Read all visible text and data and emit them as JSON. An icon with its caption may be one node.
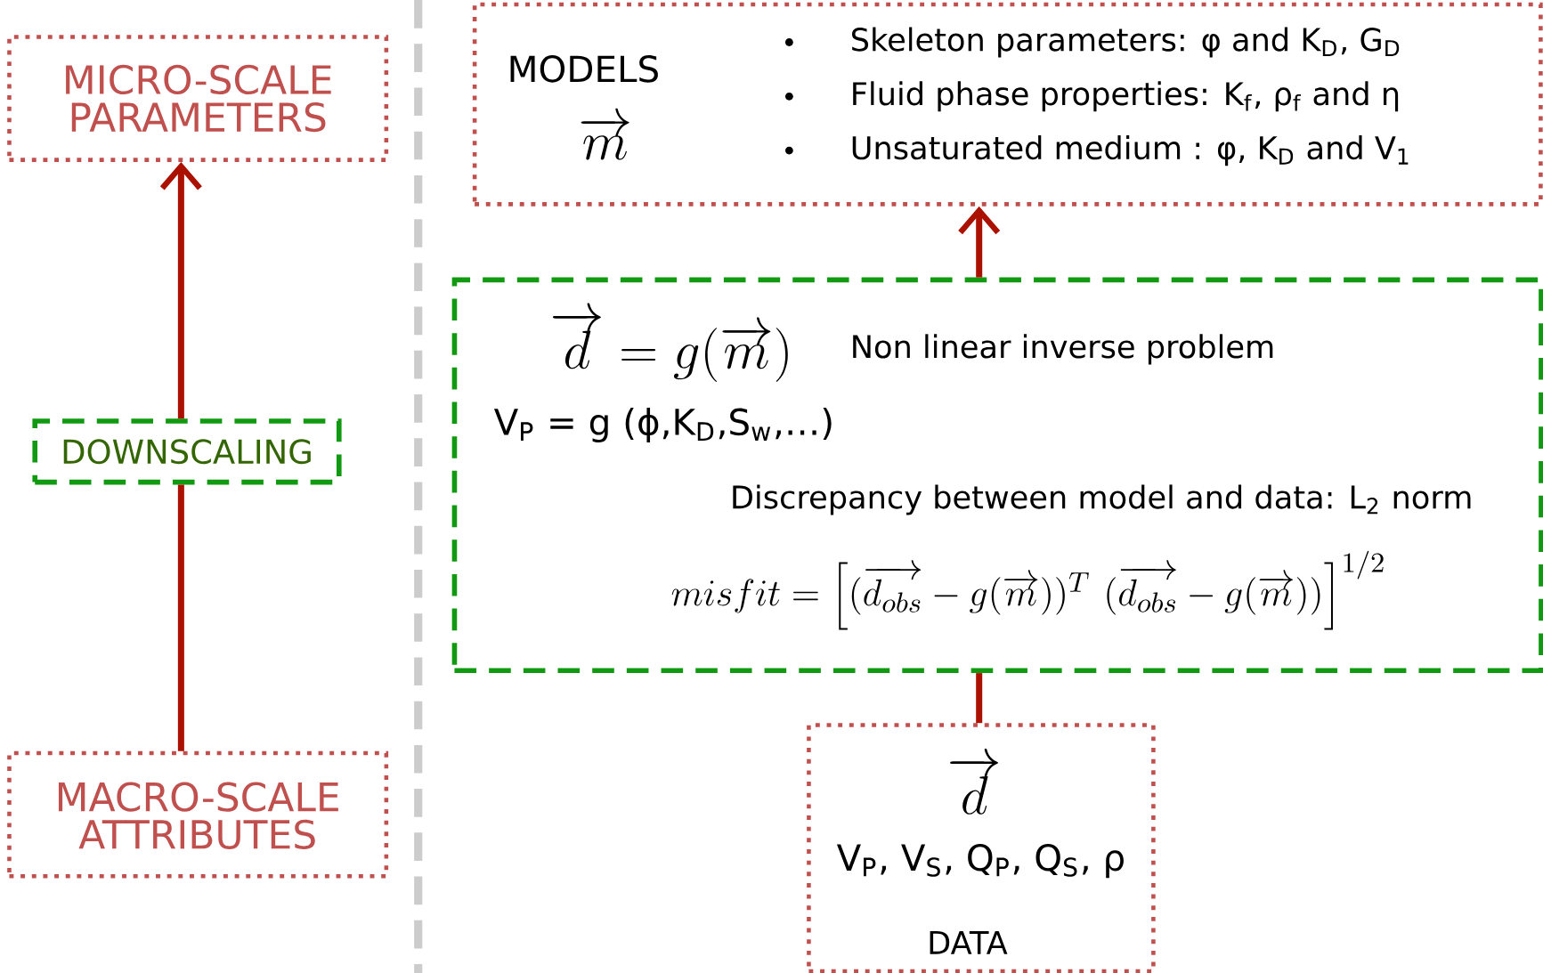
{
  "diagram": {
    "nodes": [
      {
        "text": [
          "MICRO-SCALE PARAMETERS"
        ]
      },
      {
        "text": [
          "DOWNSCALING"
        ]
      },
      {
        "text": [
          "MACRO-SCALE ATTRIBUTES"
        ]
      },
      {
        "text": [
          "MODELS",
          "\\overrightarrow{m}",
          "Skeleton parameters: φ and K$_{D}$, G$_{D}$",
          "Fluid phase properties: K$_{f}$, ρ$_{f}$ and η",
          "Unsaturated medium : φ, K$_{D}$ and V$_{1}$"
        ]
      },
      {
        "text": [
          "\\overrightarrow{d} = g(\\overrightarrow{m})",
          "Non linear inverse problem",
          "V$_{P}$ = g (ϕ,K$_{D}$,S$_{w}$,…)",
          "Discrepancy between model and data: L$_{2}$ norm",
          "misfit = \\left[(\\overrightarrow{d_{obs}} - g(\\overrightarrow{m}))^{T}\\ (\\overrightarrow{d_{obs}} - g(\\overrightarrow{m}))\\right]^{1/2}"
        ]
      },
      {
        "text": [
          "\\overrightarrow{d}",
          "V$_{P}$, V$_{S}$, Q$_{P}$, Q$_{S}$, ρ",
          "DATA"
        ]
      }
    ],
    "edges": [
      {
        "from": 2,
        "to": 1,
        "arrow": "none"
      },
      {
        "from": 1,
        "to": 0,
        "arrow": "to"
      },
      {
        "from": 5,
        "to": 4,
        "arrow": "none"
      },
      {
        "from": 4,
        "to": 3,
        "arrow": "to"
      }
    ]
  }
}
